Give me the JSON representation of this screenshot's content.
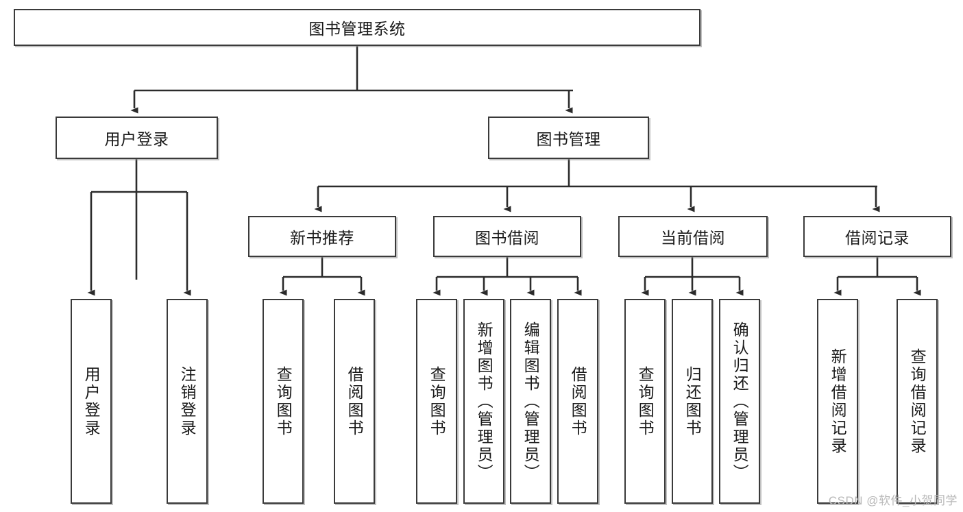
{
  "diagram": {
    "title": "图书管理系统",
    "type": "function-hierarchy-tree",
    "watermark": "CSDN @软件_小贺同学",
    "colors": {
      "background": "#ffffff",
      "box_border": "#3a3a3a",
      "box_fill": "#ffffff",
      "edge": "#2b2b2b",
      "text": "#1a1a1a",
      "watermark": "#b8b8b8"
    }
  },
  "nodes": {
    "root": {
      "label": "图书管理系统",
      "orientation": "horizontal"
    },
    "level2": [
      {
        "id": "user-login",
        "label": "用户登录",
        "orientation": "horizontal"
      },
      {
        "id": "book-management",
        "label": "图书管理",
        "orientation": "horizontal"
      }
    ],
    "level3": [
      {
        "id": "new-book-recommend",
        "label": "新书推荐",
        "orientation": "horizontal"
      },
      {
        "id": "book-borrow",
        "label": "图书借阅",
        "orientation": "horizontal"
      },
      {
        "id": "current-borrow",
        "label": "当前借阅",
        "orientation": "horizontal"
      },
      {
        "id": "borrow-record",
        "label": "借阅记录",
        "orientation": "horizontal"
      }
    ],
    "leaves": [
      {
        "id": "leaf-user-login",
        "label": "用户登录",
        "parent": "user-login",
        "orientation": "vertical"
      },
      {
        "id": "leaf-logout-login",
        "label": "注销登录",
        "parent": "user-login",
        "orientation": "vertical"
      },
      {
        "id": "leaf-query-book-1",
        "label": "查询图书",
        "parent": "new-book-recommend",
        "orientation": "vertical"
      },
      {
        "id": "leaf-borrow-book-1",
        "label": "借阅图书",
        "parent": "new-book-recommend",
        "orientation": "vertical"
      },
      {
        "id": "leaf-query-book-2",
        "label": "查询图书",
        "parent": "book-borrow",
        "orientation": "vertical"
      },
      {
        "id": "leaf-add-book",
        "label": "新增图书（管理员）",
        "parent": "book-borrow",
        "orientation": "vertical"
      },
      {
        "id": "leaf-edit-book",
        "label": "编辑图书（管理员）",
        "parent": "book-borrow",
        "orientation": "vertical"
      },
      {
        "id": "leaf-borrow-book-2",
        "label": "借阅图书",
        "parent": "book-borrow",
        "orientation": "vertical"
      },
      {
        "id": "leaf-query-book-3",
        "label": "查询图书",
        "parent": "current-borrow",
        "orientation": "vertical"
      },
      {
        "id": "leaf-return-book",
        "label": "归还图书",
        "parent": "current-borrow",
        "orientation": "vertical"
      },
      {
        "id": "leaf-confirm-return",
        "label": "确认归还（管理员）",
        "parent": "current-borrow",
        "orientation": "vertical"
      },
      {
        "id": "leaf-add-record",
        "label": "新增借阅记录",
        "parent": "borrow-record",
        "orientation": "vertical"
      },
      {
        "id": "leaf-query-record",
        "label": "查询借阅记录",
        "parent": "borrow-record",
        "orientation": "vertical"
      }
    ]
  },
  "chart_data": {
    "type": "table",
    "title": "图书管理系统",
    "hierarchy": [
      {
        "label": "图书管理系统",
        "children": [
          {
            "label": "用户登录",
            "children": [
              {
                "label": "用户登录"
              },
              {
                "label": "注销登录"
              }
            ]
          },
          {
            "label": "图书管理",
            "children": [
              {
                "label": "新书推荐",
                "children": [
                  {
                    "label": "查询图书"
                  },
                  {
                    "label": "借阅图书"
                  }
                ]
              },
              {
                "label": "图书借阅",
                "children": [
                  {
                    "label": "查询图书"
                  },
                  {
                    "label": "新增图书（管理员）"
                  },
                  {
                    "label": "编辑图书（管理员）"
                  },
                  {
                    "label": "借阅图书"
                  }
                ]
              },
              {
                "label": "当前借阅",
                "children": [
                  {
                    "label": "查询图书"
                  },
                  {
                    "label": "归还图书"
                  },
                  {
                    "label": "确认归还（管理员）"
                  }
                ]
              },
              {
                "label": "借阅记录",
                "children": [
                  {
                    "label": "新增借阅记录"
                  },
                  {
                    "label": "查询借阅记录"
                  }
                ]
              }
            ]
          }
        ]
      }
    ]
  }
}
